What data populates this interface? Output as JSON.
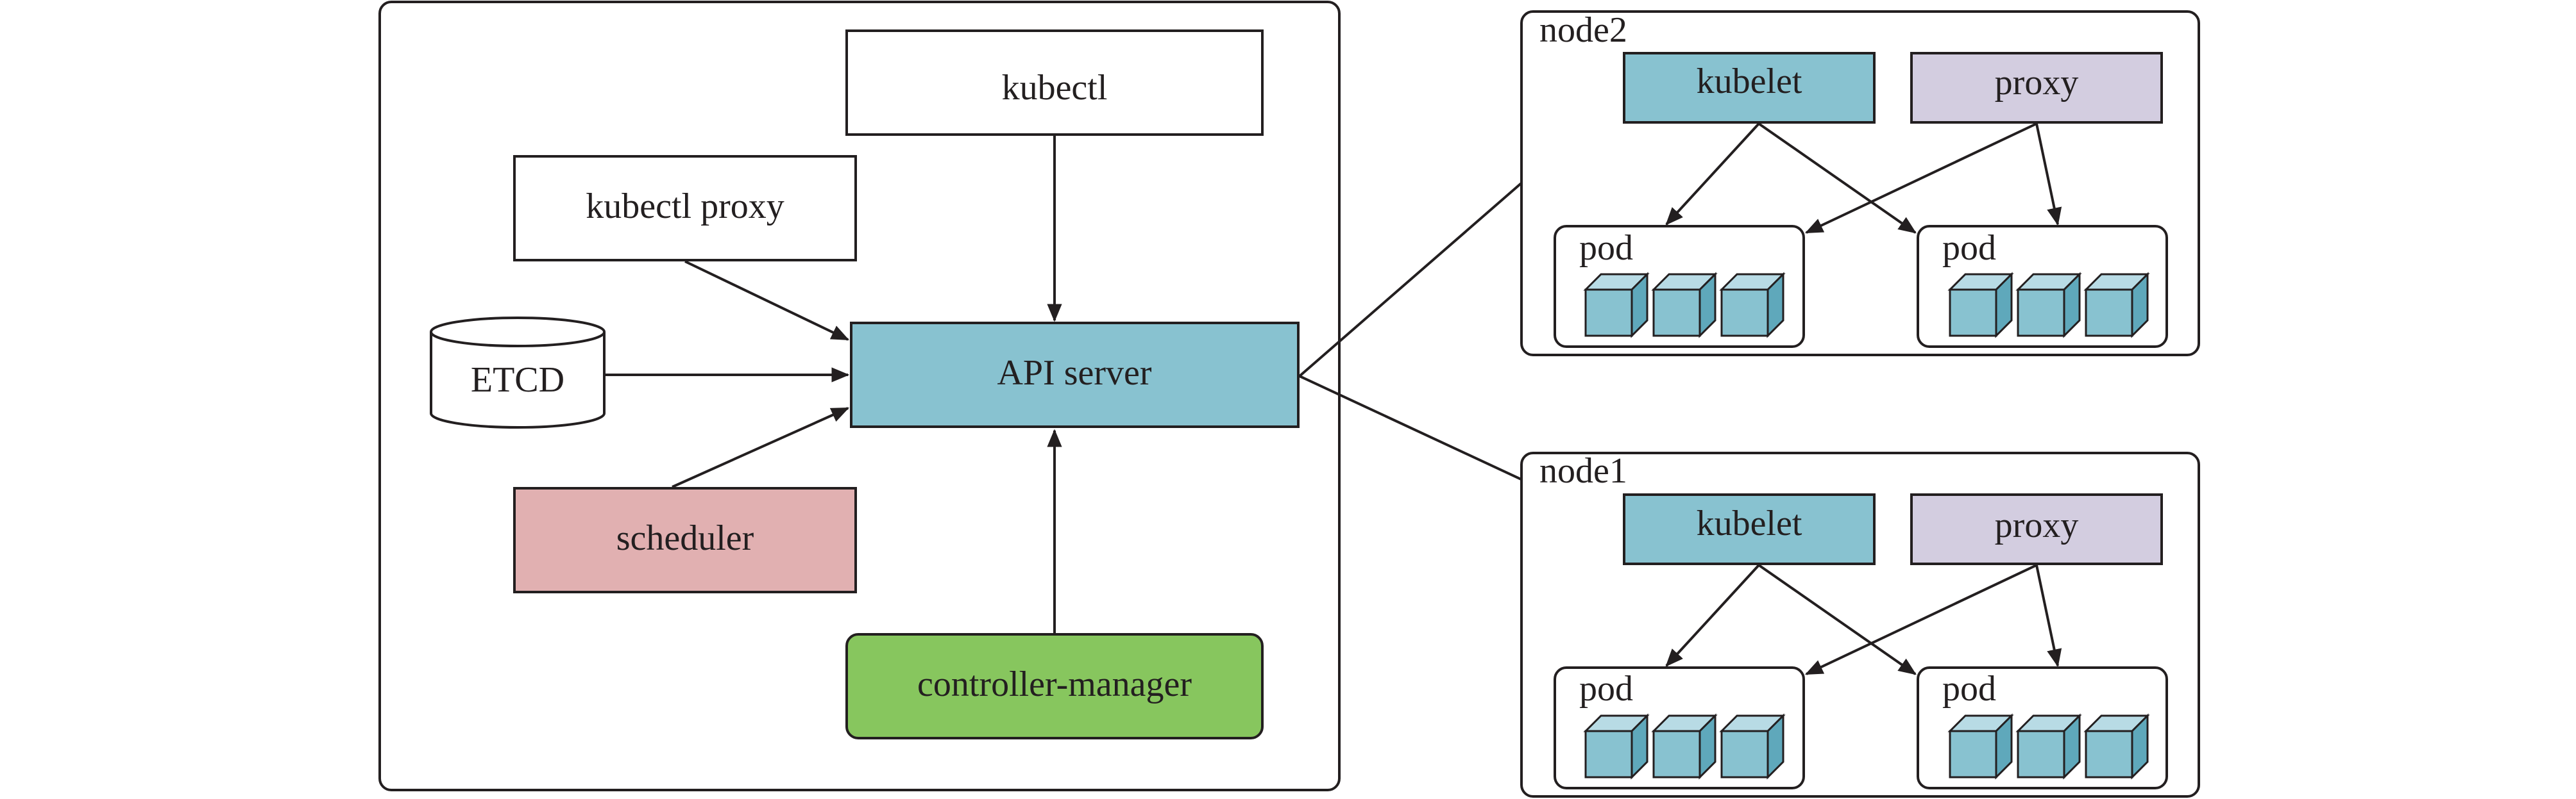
{
  "colors": {
    "api_server": "#88c2d0",
    "scheduler": "#e1b0b1",
    "controller_manager": "#87c65e",
    "kubelet": "#88c2d0",
    "proxy": "#d3cde0",
    "plain": "#ffffff",
    "cube_front": "#88c2d0",
    "cube_top": "#b8dbe5",
    "cube_side": "#5fa8bb",
    "line": "#231f20"
  },
  "master": {
    "kubectl": "kubectl",
    "kubectl_proxy": "kubectl proxy",
    "etcd": "ETCD",
    "api_server": "API server",
    "scheduler": "scheduler",
    "controller_manager": "controller-manager"
  },
  "nodes": [
    {
      "title": "node2",
      "kubelet": "kubelet",
      "proxy": "proxy",
      "pods": [
        {
          "label": "pod",
          "containers": 3
        },
        {
          "label": "pod",
          "containers": 3
        }
      ]
    },
    {
      "title": "node1",
      "kubelet": "kubelet",
      "proxy": "proxy",
      "pods": [
        {
          "label": "pod",
          "containers": 3
        },
        {
          "label": "pod",
          "containers": 3
        }
      ]
    }
  ]
}
